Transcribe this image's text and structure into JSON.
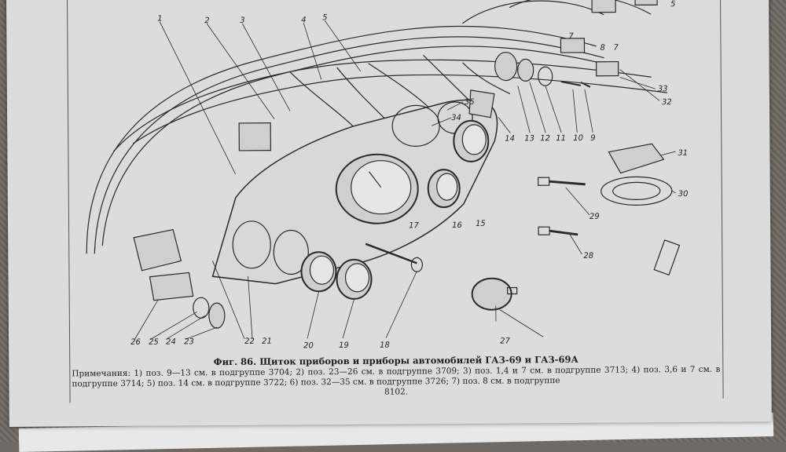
{
  "figure": {
    "title": "Фиг. 86. Щиток приборов и приборы автомобилей ГАЗ-69 и ГАЗ-69А",
    "notes": "Примечания: 1) поз. 9—13 см. в подгруппе 3704; 2) поз. 23—26 см. в подгруппе 3709; 3) поз. 1,4 и 7 см. в подгруппе 3713; 4) поз. 3,6 и 7 см. в подгруппе 3714; 5) поз. 14 см. в подгруппе 3722; 6) поз. 32—35 см. в подгруппе 3726; 7) поз. 8 см. в подгруппе",
    "notes_end": "8102."
  },
  "labels": {
    "l1": "1",
    "l2": "2",
    "l3": "3",
    "l4": "4",
    "l5": "5",
    "l5b": "5",
    "l7": "7",
    "l7b": "7",
    "l8": "8",
    "l9": "9",
    "l10": "10",
    "l11": "11",
    "l12": "12",
    "l13": "13",
    "l14": "14",
    "l15": "15",
    "l16": "16",
    "l17": "17",
    "l18": "18",
    "l19": "19",
    "l20": "20",
    "l21": "21",
    "l22": "22",
    "l23": "23",
    "l24": "24",
    "l25": "25",
    "l26": "26",
    "l27": "27",
    "l28": "28",
    "l29": "29",
    "l30": "30",
    "l31": "31",
    "l32": "32",
    "l33": "33",
    "l34": "34",
    "l35": "35"
  }
}
